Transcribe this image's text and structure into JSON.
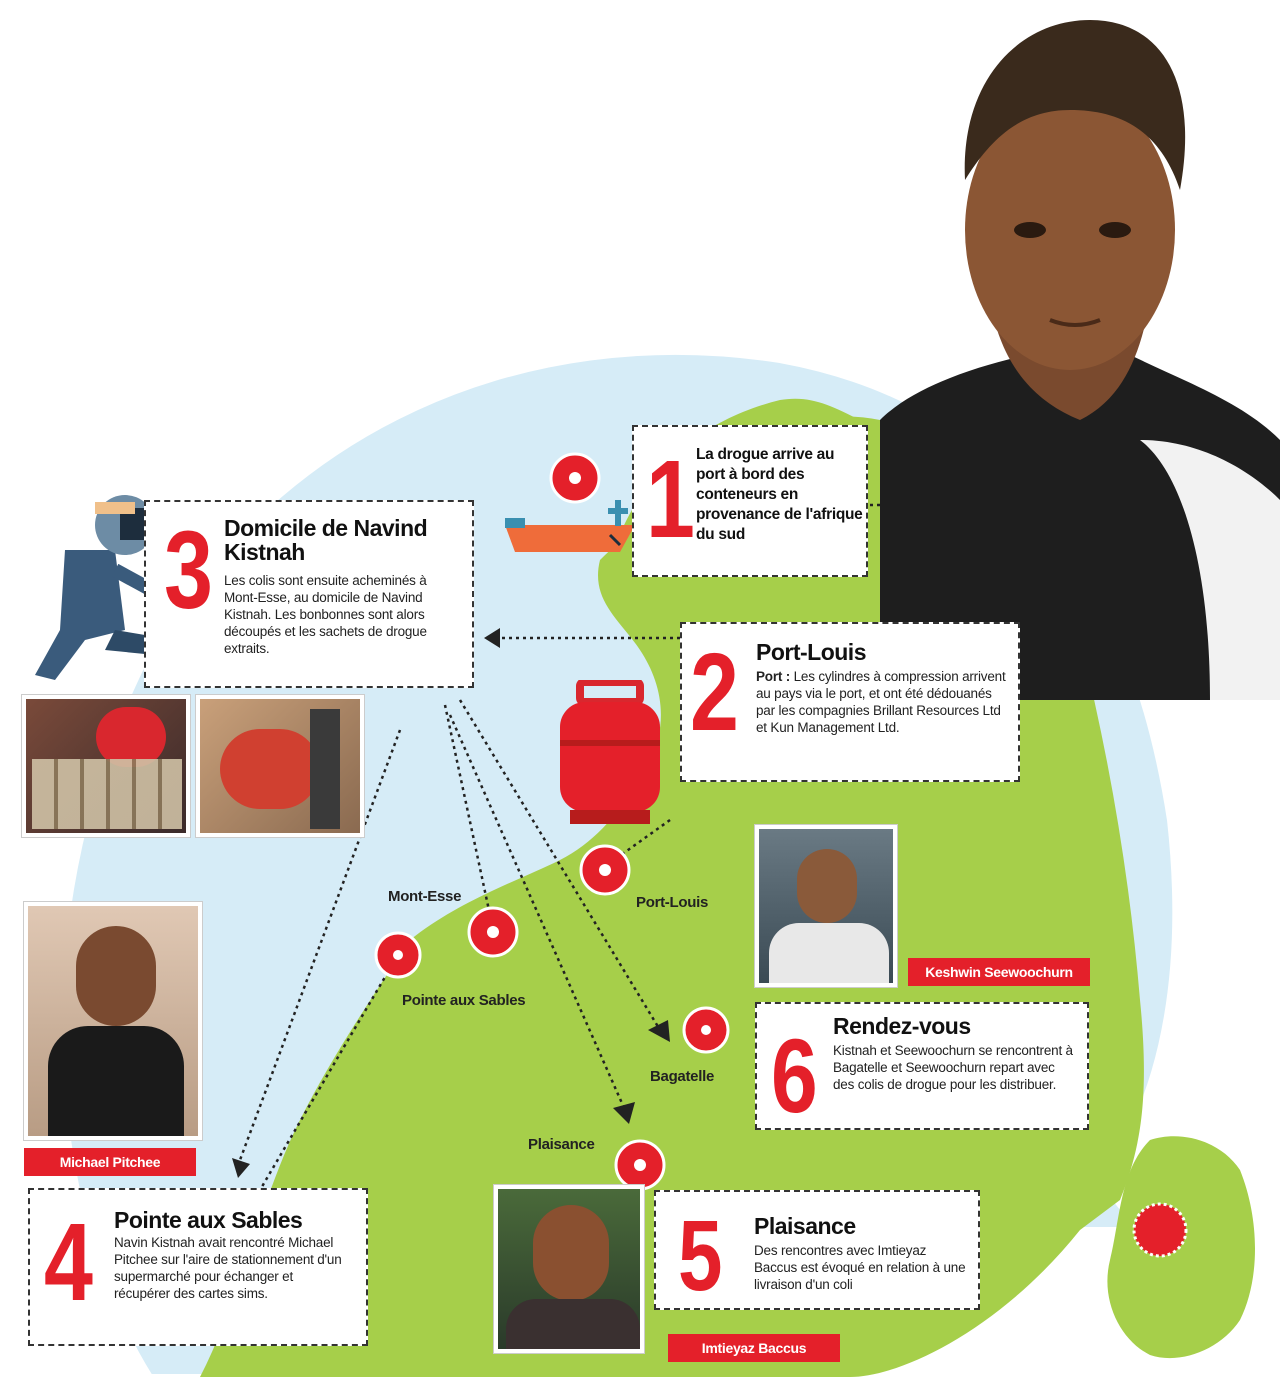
{
  "steps": [
    {
      "num": "1",
      "title": "",
      "text": "La drogue arrive au port à bord des conteneurs en provenance de l'afrique du sud"
    },
    {
      "num": "2",
      "title": "Port-Louis",
      "text_prefix": "Port :",
      "text": " Les cylindres à compression arrivent au pays via le port, et ont été dédouanés par les compagnies Brillant Resources Ltd et Kun Management Ltd."
    },
    {
      "num": "3",
      "title": "Domicile de Navind Kistnah",
      "text": "Les colis sont ensuite acheminés à Mont-Esse, au domicile de Navind Kistnah. Les bonbonnes sont alors découpés et les sachets de drogue extraits."
    },
    {
      "num": "4",
      "title": "Pointe aux Sables",
      "text": "Navin Kistnah avait rencontré Michael Pitchee sur l'aire de stationnement d'un supermarché pour échanger et récupérer des cartes sims."
    },
    {
      "num": "5",
      "title": "Plaisance",
      "text": "Des rencontres avec Imtieyaz Baccus est évoqué en relation à une livraison d'un coli"
    },
    {
      "num": "6",
      "title": "Rendez-vous",
      "text": "Kistnah et Seewoochurn se rencontrent à Bagatelle et Seewoochurn repart avec des colis de drogue pour les distribuer."
    }
  ],
  "places": {
    "mont_esse": "Mont-Esse",
    "pointe_aux_sables": "Pointe aux Sables",
    "port_louis": "Port-Louis",
    "bagatelle": "Bagatelle",
    "plaisance": "Plaisance"
  },
  "people": {
    "michael": "Michael Pitchee",
    "keshwin": "Keshwin Seewoochurn",
    "imtieyaz": "Imtieyaz Baccus"
  },
  "colors": {
    "accent": "#e4202a",
    "land": "#a6cf4a",
    "sea": "#d6ecf7"
  }
}
